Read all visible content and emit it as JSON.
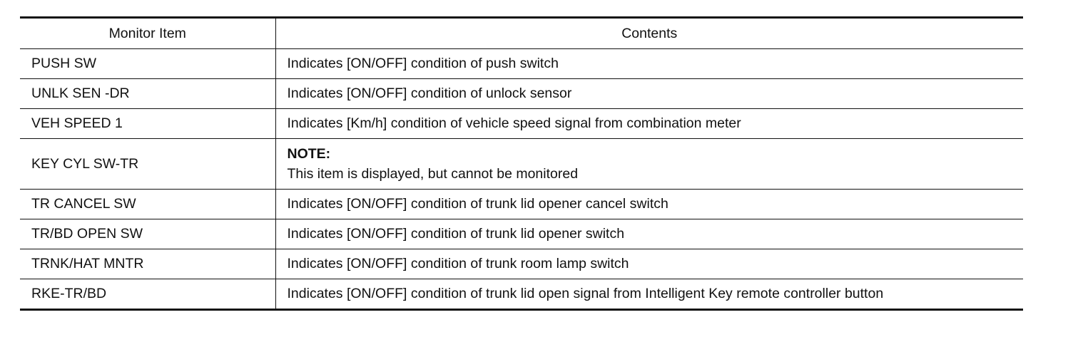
{
  "table": {
    "headers": {
      "item": "Monitor Item",
      "contents": "Contents"
    },
    "rows": [
      {
        "item": "PUSH SW",
        "contents": "Indicates [ON/OFF] condition of push switch"
      },
      {
        "item": "UNLK SEN -DR",
        "contents": "Indicates [ON/OFF] condition of unlock sensor"
      },
      {
        "item": "VEH SPEED 1",
        "contents": "Indicates [Km/h] condition of vehicle speed signal from combination meter"
      },
      {
        "item": "KEY CYL SW-TR",
        "note_title": "NOTE:",
        "contents": "This item is displayed, but cannot be monitored"
      },
      {
        "item": "TR CANCEL SW",
        "contents": "Indicates [ON/OFF] condition of trunk lid opener cancel switch"
      },
      {
        "item": "TR/BD OPEN SW",
        "contents": "Indicates [ON/OFF] condition of trunk lid opener switch"
      },
      {
        "item": "TRNK/HAT MNTR",
        "contents": "Indicates [ON/OFF] condition of trunk room lamp switch"
      },
      {
        "item": "RKE-TR/BD",
        "contents": "Indicates [ON/OFF] condition of trunk lid open signal from Intelligent Key remote controller button"
      }
    ]
  }
}
